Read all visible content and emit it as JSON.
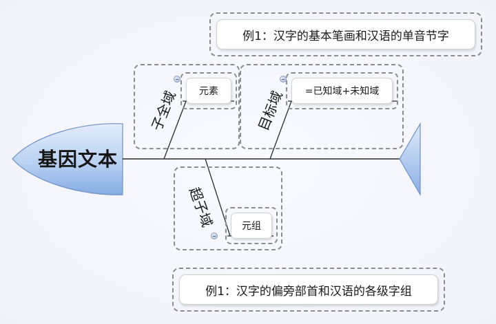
{
  "head": {
    "label": "基因文本"
  },
  "examples": {
    "top": "例1：汉字的基本笔画和汉语的单音节字",
    "bottom": "例1：汉字的偏旁部首和汉语的各级字组"
  },
  "branches": {
    "full_domain": {
      "label": "子全域",
      "child": "元素"
    },
    "target_domain": {
      "label": "目标域",
      "child": "=已知域+未知域"
    },
    "super_domain": {
      "label": "超子域",
      "child": "元组"
    }
  },
  "colors": {
    "head_fill_light": "#dde9fa",
    "head_fill_dark": "#8fb5e6",
    "spine": "#2a2a2a",
    "dash_border": "#8c8c8c"
  }
}
